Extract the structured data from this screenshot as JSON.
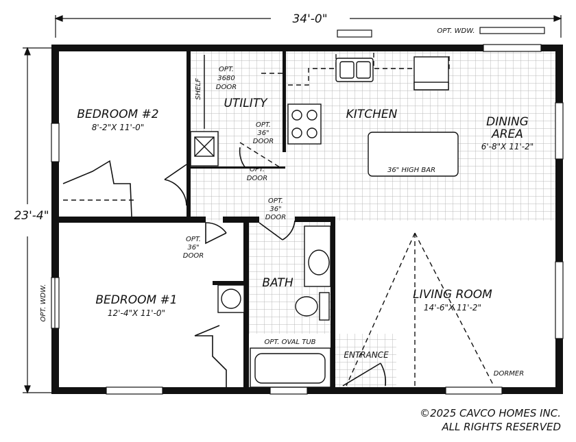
{
  "dimensions": {
    "overall_width": "34'-0\"",
    "overall_depth": "23'-4\""
  },
  "rooms": {
    "bedroom2": {
      "name": "BEDROOM #2",
      "size": "8'-2\"X 11'-0\""
    },
    "bedroom1": {
      "name": "BEDROOM #1",
      "size": "12'-4\"X 11'-0\""
    },
    "utility": {
      "name": "UTILITY"
    },
    "kitchen": {
      "name": "KITCHEN"
    },
    "dining": {
      "name_line1": "DINING",
      "name_line2": "AREA",
      "size": "6'-8\"X 11'-2\""
    },
    "living": {
      "name": "LIVING ROOM",
      "size": "14'-6\"X 11'-2\""
    },
    "bath": {
      "name": "BATH"
    },
    "entrance": {
      "name": "ENTRANCE"
    }
  },
  "notes": {
    "opt_wdw_top": "OPT. WDW.",
    "opt_wdw_left": "OPT. WDW.",
    "shelf": "SHELF",
    "opt_3680_door": [
      "OPT.",
      "3680",
      "DOOR"
    ],
    "opt_36_door_utility": [
      "OPT.",
      "36\"",
      "DOOR"
    ],
    "opt_door_utility": [
      "OPT.",
      "DOOR"
    ],
    "opt_36_door_hall": [
      "OPT.",
      "36\"",
      "DOOR"
    ],
    "opt_36_door_bed1": [
      "OPT.",
      "36\"",
      "DOOR"
    ],
    "high_bar": "36\" HIGH BAR",
    "opt_oval_tub": "OPT. OVAL TUB",
    "dormer": "DORMER"
  },
  "copyright": {
    "line1": "©2025 CAVCO HOMES INC.",
    "line2": "ALL RIGHTS RESERVED"
  }
}
